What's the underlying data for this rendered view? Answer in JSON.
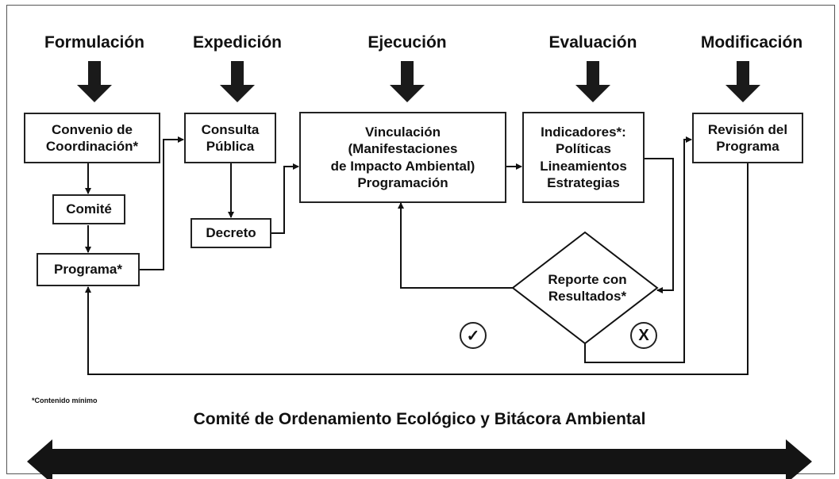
{
  "phases": [
    "Formulación",
    "Expedición",
    "Ejecución",
    "Evaluación",
    "Modificación"
  ],
  "boxes": {
    "convenio": "Convenio de\nCoordinación*",
    "comite": "Comité",
    "programa": "Programa*",
    "consulta": "Consulta\nPública",
    "decreto": "Decreto",
    "vinculacion": "Vinculación\n(Manifestaciones\nde Impacto Ambiental)\nProgramación",
    "indicadores": "Indicadores*:\nPolíticas\nLineamientos\nEstrategias",
    "revision": "Revisión del\nPrograma"
  },
  "decision": "Reporte con\nResultados*",
  "marks": {
    "yes": "✓",
    "no": "X"
  },
  "footnote": "*Contenido mínimo",
  "banner": "Comité de Ordenamiento Ecológico y Bitácora Ambiental"
}
